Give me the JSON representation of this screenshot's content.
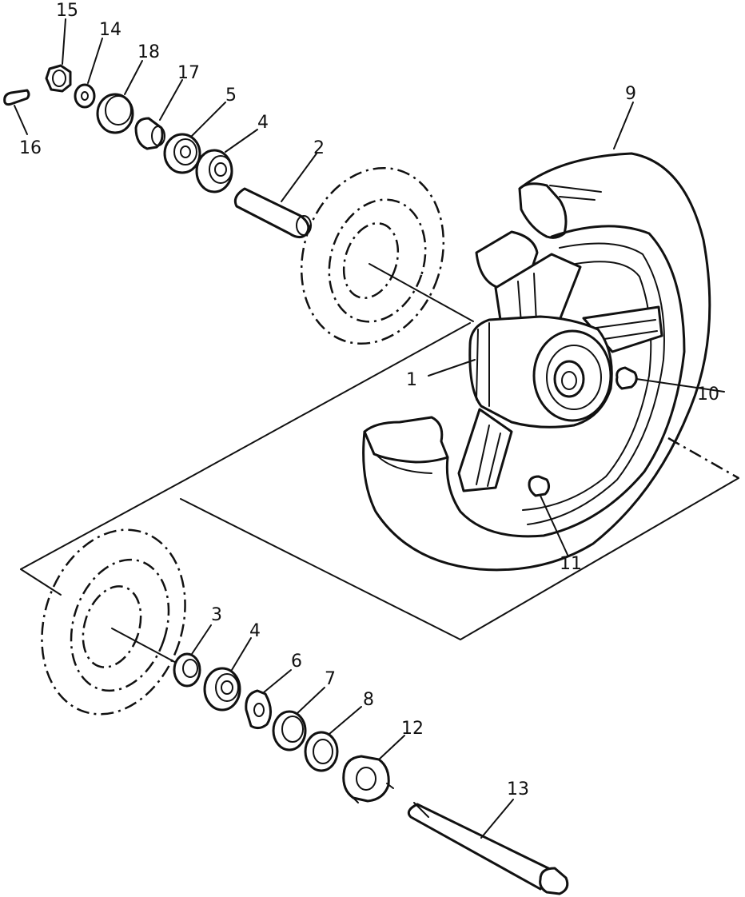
{
  "figure": {
    "callouts": [
      "15",
      "14",
      "18",
      "17",
      "5",
      "4",
      "16",
      "2",
      "9",
      "1",
      "10",
      "11",
      "3",
      "4",
      "6",
      "7",
      "8",
      "12",
      "13"
    ]
  }
}
